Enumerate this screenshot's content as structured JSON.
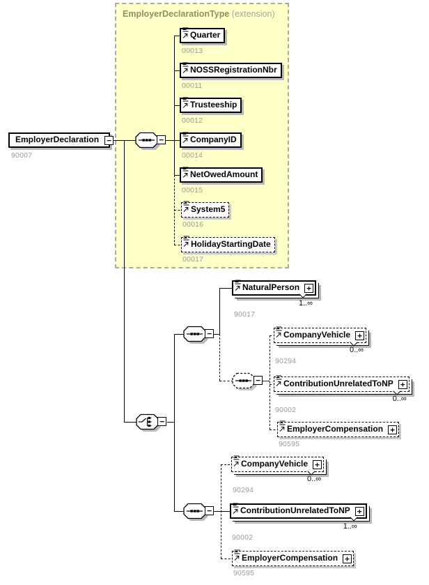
{
  "content_model": {
    "type_name": "EmployerDeclarationType",
    "qualifier": "(extension)"
  },
  "root": {
    "name": "EmployerDeclaration",
    "id": "90007"
  },
  "elements": {
    "quarter": {
      "name": "Quarter",
      "id": "00013"
    },
    "noss": {
      "name": "NOSSRegistrationNbr",
      "id": "00011"
    },
    "trusteeship": {
      "name": "Trusteeship",
      "id": "00012"
    },
    "company_id": {
      "name": "CompanyID",
      "id": "00014"
    },
    "net_owed": {
      "name": "NetOwedAmount",
      "id": "00015"
    },
    "system5": {
      "name": "System5",
      "id": "00016"
    },
    "holiday": {
      "name": "HolidayStartingDate",
      "id": "00017"
    },
    "natural_person": {
      "name": "NaturalPerson",
      "id": "90017",
      "occurs": "1..∞"
    },
    "company_vehicle_a": {
      "name": "CompanyVehicle",
      "id": "90294",
      "occurs": "0..∞"
    },
    "contribution_a": {
      "name": "ContributionUnrelatedToNP",
      "id": "90002",
      "occurs": "0..∞"
    },
    "employer_comp_a": {
      "name": "EmployerCompensation",
      "id": "90595"
    },
    "company_vehicle_b": {
      "name": "CompanyVehicle",
      "id": "90294",
      "occurs": "0..∞"
    },
    "contribution_b": {
      "name": "ContributionUnrelatedToNP",
      "id": "90002",
      "occurs": "1..∞"
    },
    "employer_comp_b": {
      "name": "EmployerCompensation",
      "id": "90595"
    }
  },
  "symbols": {
    "collapse": "−",
    "expand": "+"
  },
  "colors": {
    "content_model_fill": "#ffffc8",
    "content_model_border": "#a9a9a9",
    "shadow": "#b9b9b9",
    "id_text": "#9a9a9a",
    "type_title": "#8f8f66"
  }
}
